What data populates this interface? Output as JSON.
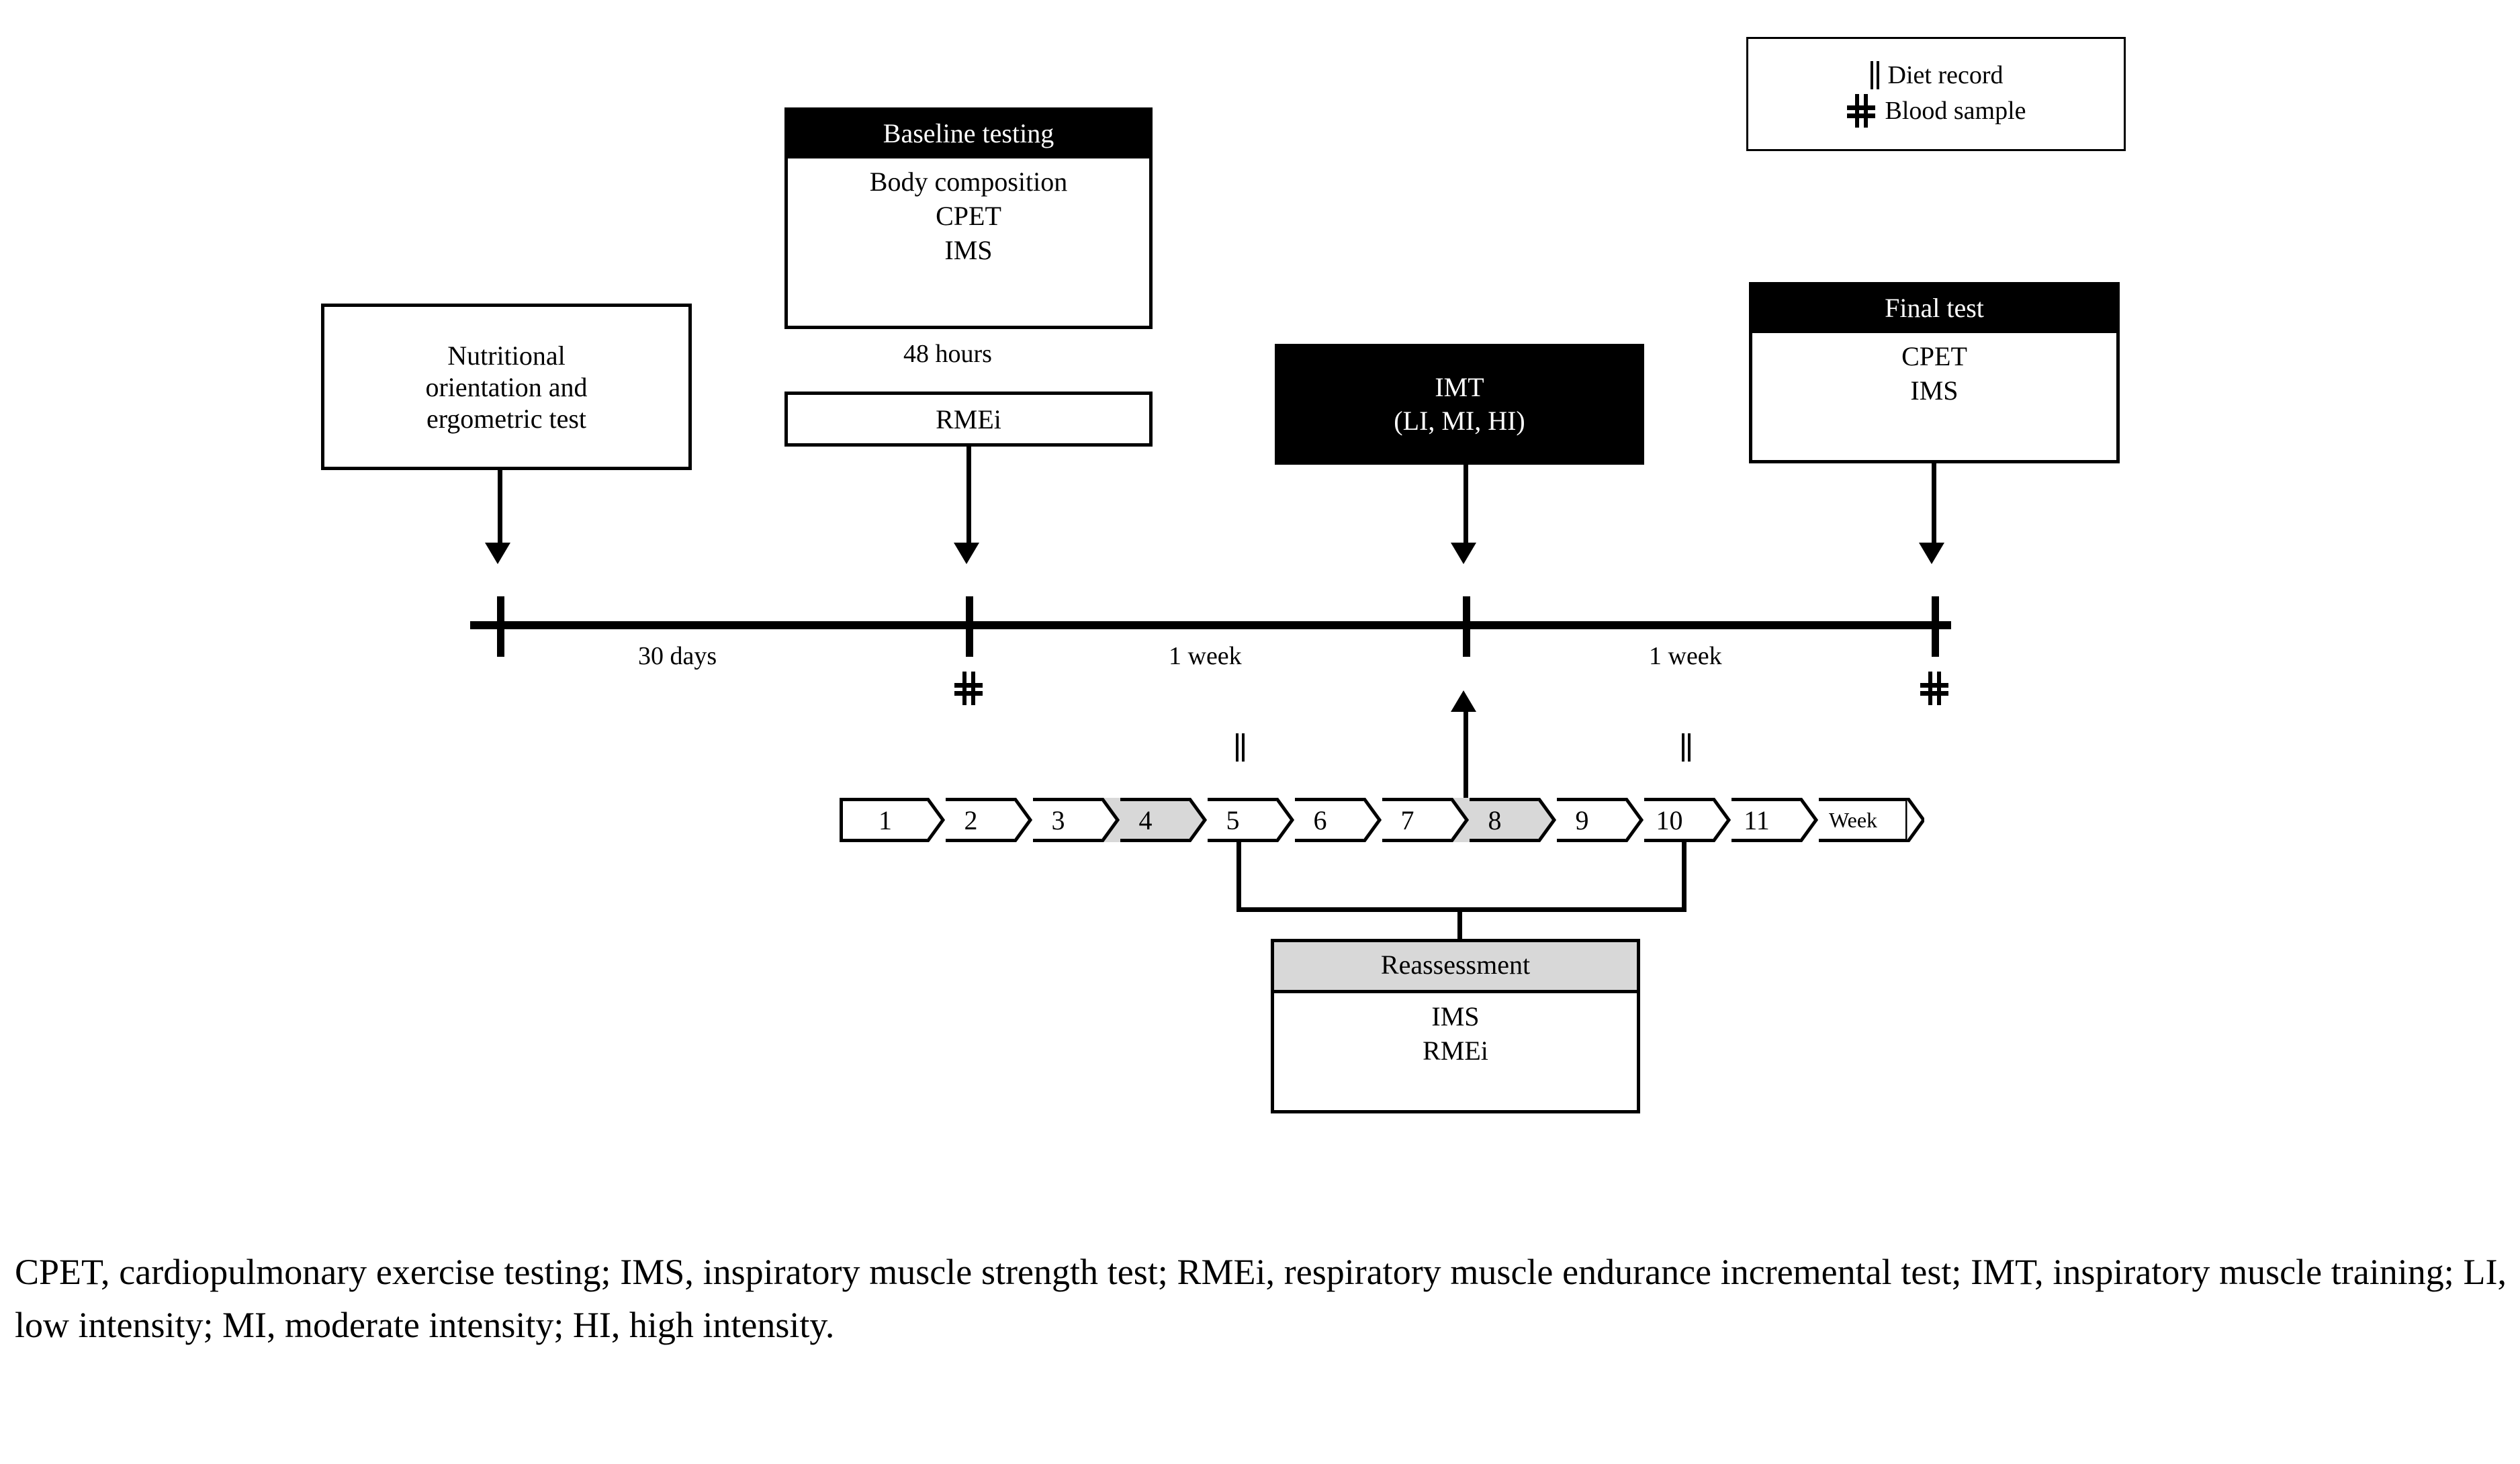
{
  "legend": {
    "items": [
      {
        "icon": "diet-record-icon",
        "label": "Diet record"
      },
      {
        "icon": "blood-sample-icon",
        "label": "Blood sample"
      }
    ]
  },
  "boxes": {
    "nutritional": {
      "lines": [
        "Nutritional",
        "orientation and",
        "ergometric test"
      ]
    },
    "baseline": {
      "header": "Baseline testing",
      "lines": [
        "Body composition",
        "CPET",
        "IMS"
      ]
    },
    "interval_48h": "48 hours",
    "rmei": {
      "label": "RMEi"
    },
    "imt": {
      "lines": [
        "IMT",
        "(LI, MI, HI)"
      ]
    },
    "final": {
      "header": "Final test",
      "lines": [
        "CPET",
        "IMS"
      ]
    },
    "reassessment": {
      "header": "Reassessment",
      "lines": [
        "IMS",
        "RMEi"
      ]
    }
  },
  "timeline": {
    "intervals": [
      "30 days",
      "1 week",
      "1 week"
    ],
    "blood_sample_marks": 2,
    "diet_record_marks": 2
  },
  "weekbar": {
    "cells": [
      {
        "label": "1",
        "shaded": false
      },
      {
        "label": "2",
        "shaded": false
      },
      {
        "label": "3",
        "shaded": false
      },
      {
        "label": "4",
        "shaded": true
      },
      {
        "label": "5",
        "shaded": false
      },
      {
        "label": "6",
        "shaded": false
      },
      {
        "label": "7",
        "shaded": false
      },
      {
        "label": "8",
        "shaded": true
      },
      {
        "label": "9",
        "shaded": false
      },
      {
        "label": "10",
        "shaded": false
      },
      {
        "label": "11",
        "shaded": false
      },
      {
        "label": "Week",
        "shaded": false
      }
    ]
  },
  "caption": "CPET, cardiopulmonary exercise testing; IMS, inspiratory muscle strength test; RMEi, respiratory muscle endurance incremental test; IMT, inspiratory muscle training; LI, low intensity; MI, moderate intensity; HI, high intensity.",
  "colors": {
    "shaded_fill": "#d8d8d8",
    "solid_fill": "#000000",
    "stroke": "#000000",
    "background": "#ffffff"
  }
}
